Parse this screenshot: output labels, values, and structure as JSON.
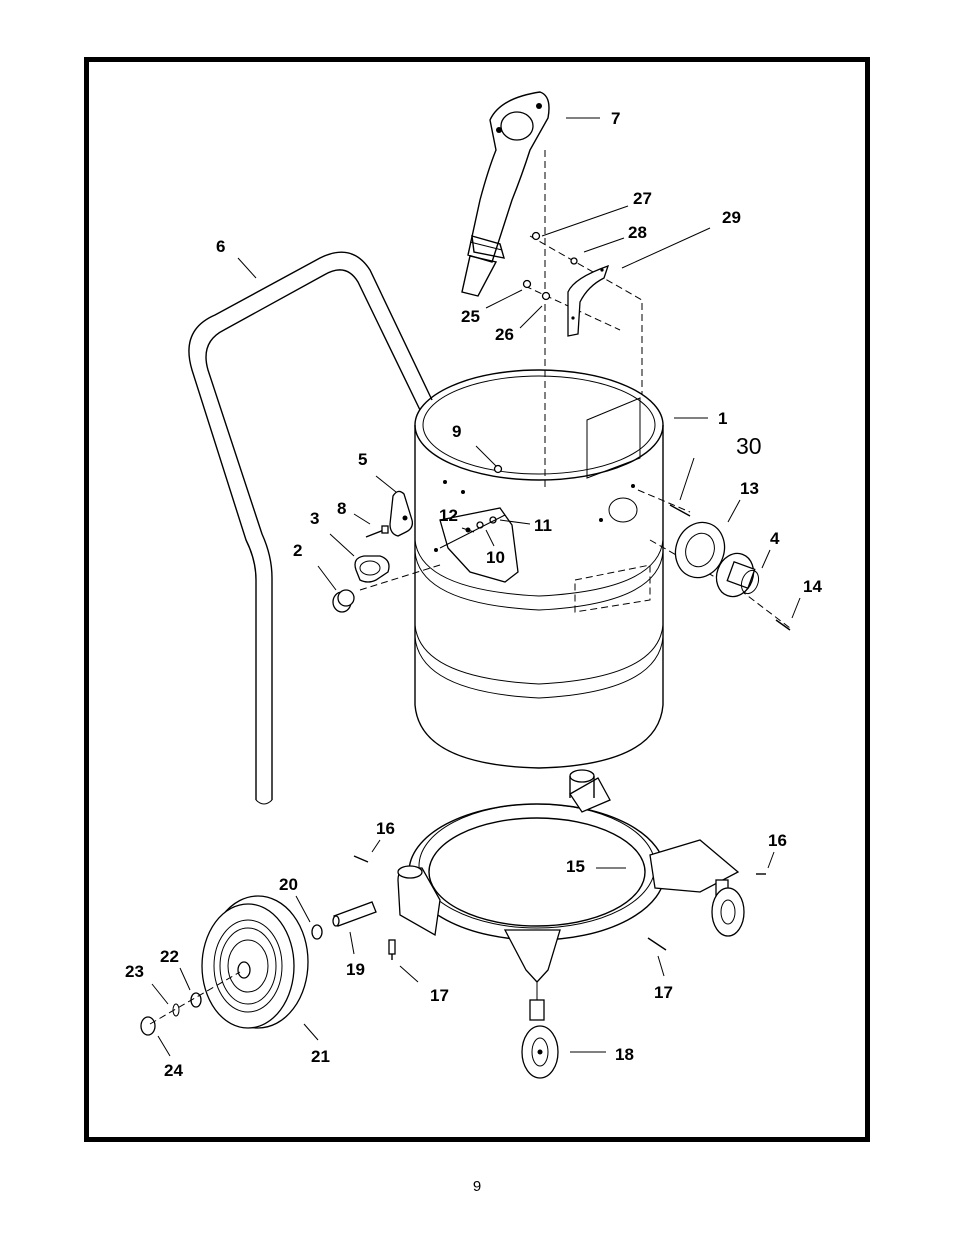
{
  "diagram": {
    "labels": {
      "p1": "1",
      "p2": "2",
      "p3": "3",
      "p4": "4",
      "p5": "5",
      "p6": "6",
      "p7": "7",
      "p8": "8",
      "p9": "9",
      "p10": "10",
      "p11": "11",
      "p12": "12",
      "p13": "13",
      "p14": "14",
      "p15": "15",
      "p16a": "16",
      "p16b": "16",
      "p17a": "17",
      "p17b": "17",
      "p18": "18",
      "p19": "19",
      "p20": "20",
      "p21": "21",
      "p22": "22",
      "p23": "23",
      "p24": "24",
      "p25": "25",
      "p26": "26",
      "p27": "27",
      "p28": "28",
      "p29": "29",
      "p30": "30"
    }
  },
  "page": {
    "number": "9"
  }
}
